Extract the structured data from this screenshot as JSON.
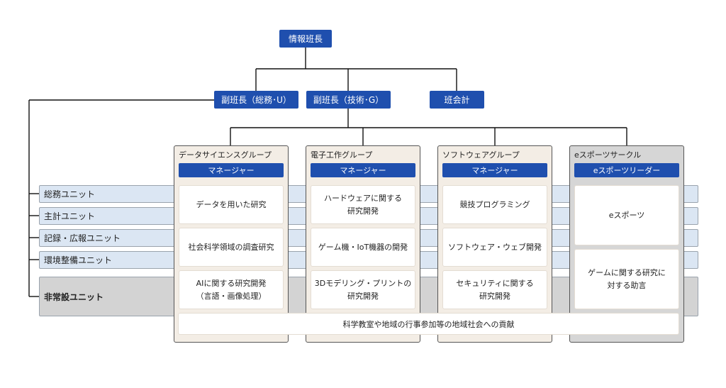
{
  "top": {
    "chief": "情報班長"
  },
  "deputies": [
    {
      "label": "副班長（総務･U）"
    },
    {
      "label": "副班長（技術･G）"
    },
    {
      "label": "班会計"
    }
  ],
  "units": [
    {
      "label": "総務ユニット"
    },
    {
      "label": "主計ユニット"
    },
    {
      "label": "記録・広報ユニット"
    },
    {
      "label": "環境整備ユニット"
    },
    {
      "label": "非常設ユニット"
    }
  ],
  "groups": [
    {
      "title": "データサイエンスグループ",
      "lead": "マネージャー",
      "activities": [
        "データを用いた研究",
        "社会科学領域の調査研究",
        "AIに関する研究開発\n（言語・画像処理）"
      ]
    },
    {
      "title": "電子工作グループ",
      "lead": "マネージャー",
      "activities": [
        "ハードウェアに関する\n研究開発",
        "ゲーム機・IoT機器の開発",
        "3Dモデリング・プリントの\n研究開発"
      ]
    },
    {
      "title": "ソフトウェアグループ",
      "lead": "マネージャー",
      "activities": [
        "競技プログラミング",
        "ソフトウェア・ウェブ開発",
        "セキュリティに関する\n研究開発"
      ]
    },
    {
      "title": "eスポーツサークル",
      "lead": "eスポーツリーダー",
      "activities": [
        "eスポーツ",
        "ゲームに関する研究に\n対する助言"
      ]
    }
  ],
  "shared": {
    "label": "科学教室や地域の行事参加等の地域社会への貢献"
  },
  "colors": {
    "navy": "#1f4fae",
    "unit_band": "#dbe6f3",
    "nonpermanent_band": "#d3d3d3",
    "group_bg": "#f3ede5",
    "circle_bg": "#d6d6d6"
  }
}
